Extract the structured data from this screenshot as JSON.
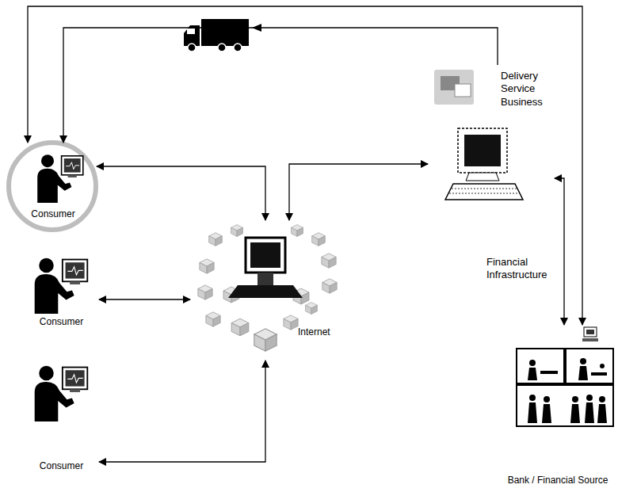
{
  "diagram": {
    "nodes": [
      {
        "text": [
          "Consumer"
        ]
      },
      {
        "text": [
          "Consumer"
        ]
      },
      {
        "text": [
          "Consumer"
        ]
      },
      {
        "text": [
          "Internet"
        ]
      },
      {
        "text": [
          "Delivery Service Business"
        ]
      },
      {
        "text": [
          "Bank / Financial Source"
        ]
      }
    ],
    "edges": [
      {
        "from": 0,
        "to": 3,
        "arrow": "both"
      },
      {
        "from": 1,
        "to": 3,
        "arrow": "both"
      },
      {
        "from": 2,
        "to": 3,
        "arrow": "both"
      },
      {
        "from": 4,
        "to": 3,
        "arrow": "both"
      },
      {
        "from": 4,
        "to": 5,
        "label": "Financial Infrastructure",
        "arrow": "both"
      },
      {
        "from": 5,
        "to": 0,
        "arrow": "both"
      },
      {
        "from": 4,
        "to": 0,
        "arrow": "to"
      }
    ]
  }
}
